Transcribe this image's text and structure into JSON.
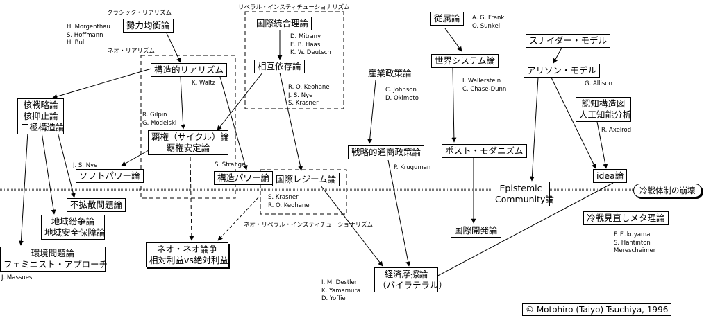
{
  "schools": {
    "classic_realism": "クラシック・リアリズム",
    "neo_realism": "ネオ・リアリズム",
    "liberal_institutionalism": "リベラル・インスティチューショナリズム",
    "neo_liberal_institutionalism": "ネオ・リベラル・インスティチューショナリズム"
  },
  "nodes": {
    "balance_of_power": [
      "勢力均衡論"
    ],
    "structural_realism": [
      "構造的リアリズム"
    ],
    "nuclear_strategy": [
      "核戦略論",
      "核抑止論",
      "二極構造論"
    ],
    "hegemony": [
      "覇権（サイクル）論",
      "覇権安定論"
    ],
    "soft_power": [
      "ソフトパワー論"
    ],
    "non_proliferation": [
      "不拡散問題論"
    ],
    "regional_conflict": [
      "地域紛争論",
      "地域安全保障論"
    ],
    "environment": [
      "環境問題論",
      "フェミニスト・アプローチ"
    ],
    "neo_neo_debate": [
      "ネオ・ネオ論争",
      "相対利益vs絶対利益"
    ],
    "integration": [
      "国際統合理論"
    ],
    "interdependence": [
      "相互依存論"
    ],
    "structural_power": [
      "構造パワー論"
    ],
    "regime": [
      "国際レジーム論"
    ],
    "industrial_policy": [
      "産業政策論"
    ],
    "strategic_trade": [
      "戦略的通商政策論"
    ],
    "dependency": [
      "従属論"
    ],
    "world_system": [
      "世界システム論"
    ],
    "postmodernism": [
      "ポスト・モダニズム"
    ],
    "intl_development": [
      "国際開発論"
    ],
    "snyder_model": [
      "スナイダー・モデル"
    ],
    "allison_model": [
      "アリソン・モデル"
    ],
    "cognitive_map": [
      "認知構造図",
      "人工知能分析"
    ],
    "idea": [
      "idea論"
    ],
    "epistemic": [
      "Epistemic",
      "Community論"
    ],
    "econ_friction": [
      "経済摩擦論",
      "（バイラテラル）"
    ],
    "cold_war_meta": [
      "冷戦見直しメタ理論"
    ]
  },
  "names": {
    "morgenthau": [
      "H. Morgenthau",
      "S. Hoffmann",
      "H. Bull"
    ],
    "waltz": [
      "K. Waltz"
    ],
    "gilpin": [
      "R. Gilpin",
      "G. Modelski"
    ],
    "nye": [
      "J. S. Nye"
    ],
    "massues": [
      "J. Massues"
    ],
    "mitrany": [
      "D. Mitrany",
      "E. B. Haas",
      "K. W. Deutsch"
    ],
    "keohane": [
      "R. O. Keohane",
      "J. S. Nye",
      "S. Krasner"
    ],
    "strange": [
      "S. Strange"
    ],
    "krasner": [
      "S. Krasner",
      "R. O. Keohane"
    ],
    "johnson": [
      "C. Johnson",
      "D. Okimoto"
    ],
    "krugman": [
      "P. Kruguman"
    ],
    "frank": [
      "A. G. Frank",
      "O. Sunkel"
    ],
    "wallerstein": [
      "I. Wallerstein",
      "C. Chase-Dunn"
    ],
    "allison": [
      "G. Allison"
    ],
    "axelrod": [
      "R. Axelrod"
    ],
    "destler": [
      "I. M. Destler",
      "K. Yamamura",
      "D. Yoffie"
    ],
    "fukuyama": [
      "F. Fukuyama",
      "S. Hantinton",
      "Merescheimer"
    ]
  },
  "timeline": {
    "label": "冷戦体制の崩壊"
  },
  "copyright": "© Motohiro (Taiyo) Tsuchiya, 1996"
}
